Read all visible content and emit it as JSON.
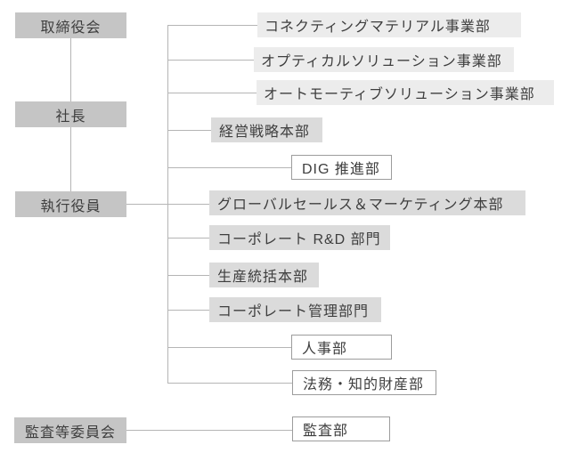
{
  "colors": {
    "background": "#ffffff",
    "primary_box_fill": "#c5c5c5",
    "secondary_box_fill": "#dbdbdb",
    "tertiary_box_fill": "#ececec",
    "outline_box_fill": "#ffffff",
    "outline_box_border": "#9c9c9c",
    "connector_line": "#b5b5b5",
    "text": "#3e3e3e"
  },
  "org_chart": {
    "left_column": {
      "board": "取締役会",
      "president": "社長",
      "executive_officers": "執行役員",
      "audit_committee": "監査等委員会"
    },
    "departments": {
      "connecting_materials": "コネクティングマテリアル事業部",
      "optical_solutions": "オプティカルソリューション事業部",
      "automotive_solutions": "オートモーティブソリューション事業部",
      "corporate_strategy": "経営戦略本部",
      "dig_promotion": "DIG 推進部",
      "global_sales_marketing": "グローバルセールス＆マーケティング本部",
      "corporate_rnd": "コーポレート R&D 部門",
      "production_control": "生産統括本部",
      "corporate_administration": "コーポレート管理部門",
      "human_resources": "人事部",
      "legal_ip": "法務・知的財産部",
      "audit_department": "監査部"
    }
  }
}
